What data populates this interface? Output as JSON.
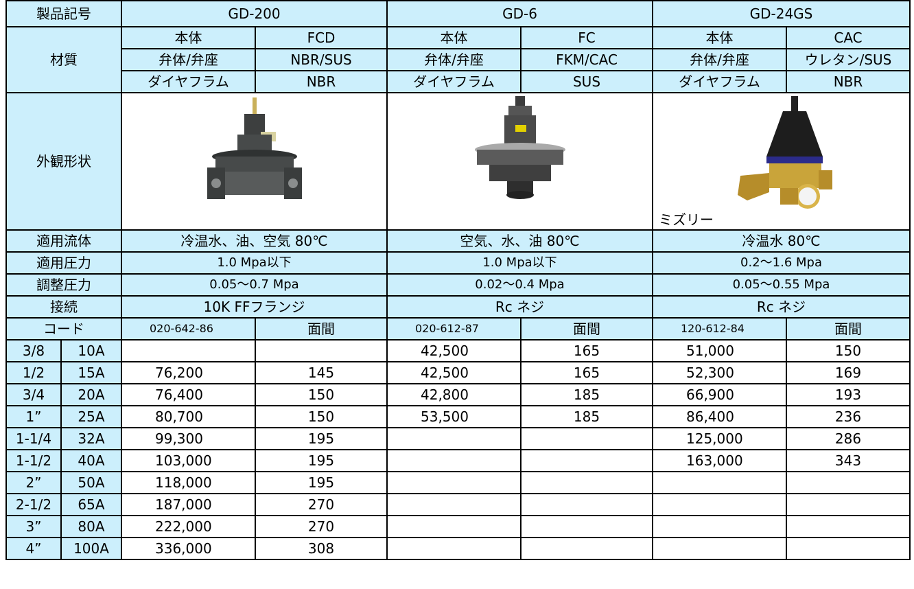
{
  "headers": {
    "model_label": "製品記号",
    "models": [
      "GD-200",
      "GD-6",
      "GD-24GS"
    ]
  },
  "material": {
    "label": "材質",
    "rows": [
      [
        {
          "part": "本体",
          "mat": "FCD"
        },
        {
          "part": "本体",
          "mat": "FC"
        },
        {
          "part": "本体",
          "mat": "CAC"
        }
      ],
      [
        {
          "part": "弁体/弁座",
          "mat": "NBR/SUS"
        },
        {
          "part": "弁体/弁座",
          "mat": "FKM/CAC"
        },
        {
          "part": "弁体/弁座",
          "mat": "ウレタン/SUS"
        }
      ],
      [
        {
          "part": "ダイヤフラム",
          "mat": "NBR"
        },
        {
          "part": "ダイヤフラム",
          "mat": "SUS"
        },
        {
          "part": "ダイヤフラム",
          "mat": "NBR"
        }
      ]
    ]
  },
  "appearance": {
    "label": "外観形状",
    "image_note": "ミズリー"
  },
  "specs": [
    {
      "label": "適用流体",
      "values": [
        "冷温水、油、空気 80℃",
        "空気、水、油 80℃",
        "冷温水 80℃"
      ]
    },
    {
      "label": "適用圧力",
      "values": [
        "1.0 Mpa以下",
        "1.0 Mpa以下",
        "0.2～1.6 Mpa"
      ]
    },
    {
      "label": "調整圧力",
      "values": [
        "0.05～0.7 Mpa",
        "0.02～0.4 Mpa",
        "0.05～0.55 Mpa"
      ]
    },
    {
      "label": "接続",
      "values": [
        "10K FFフランジ",
        "Rc ネジ",
        "Rc ネジ"
      ]
    }
  ],
  "code_row": {
    "label": "コード",
    "codes": [
      "020-642-86",
      "020-612-87",
      "120-612-84"
    ],
    "face_label": "面間"
  },
  "sizes": [
    {
      "inch": "3/8",
      "a": "10A",
      "gd200_price": "",
      "gd200_face": "",
      "gd6_price": "42,500",
      "gd6_face": "165",
      "gd24_price": "51,000",
      "gd24_face": "150"
    },
    {
      "inch": "1/2",
      "a": "15A",
      "gd200_price": "76,200",
      "gd200_face": "145",
      "gd6_price": "42,500",
      "gd6_face": "165",
      "gd24_price": "52,300",
      "gd24_face": "169"
    },
    {
      "inch": "3/4",
      "a": "20A",
      "gd200_price": "76,400",
      "gd200_face": "150",
      "gd6_price": "42,800",
      "gd6_face": "185",
      "gd24_price": "66,900",
      "gd24_face": "193"
    },
    {
      "inch": "1”",
      "a": "25A",
      "gd200_price": "80,700",
      "gd200_face": "150",
      "gd6_price": "53,500",
      "gd6_face": "185",
      "gd24_price": "86,400",
      "gd24_face": "236"
    },
    {
      "inch": "1-1/4",
      "a": "32A",
      "gd200_price": "99,300",
      "gd200_face": "195",
      "gd6_price": "",
      "gd6_face": "",
      "gd24_price": "125,000",
      "gd24_face": "286"
    },
    {
      "inch": "1-1/2",
      "a": "40A",
      "gd200_price": "103,000",
      "gd200_face": "195",
      "gd6_price": "",
      "gd6_face": "",
      "gd24_price": "163,000",
      "gd24_face": "343"
    },
    {
      "inch": "2”",
      "a": "50A",
      "gd200_price": "118,000",
      "gd200_face": "195",
      "gd6_price": "",
      "gd6_face": "",
      "gd24_price": "",
      "gd24_face": ""
    },
    {
      "inch": "2-1/2",
      "a": "65A",
      "gd200_price": "187,000",
      "gd200_face": "270",
      "gd6_price": "",
      "gd6_face": "",
      "gd24_price": "",
      "gd24_face": ""
    },
    {
      "inch": "3”",
      "a": "80A",
      "gd200_price": "222,000",
      "gd200_face": "270",
      "gd6_price": "",
      "gd6_face": "",
      "gd24_price": "",
      "gd24_face": ""
    },
    {
      "inch": "4”",
      "a": "100A",
      "gd200_price": "336,000",
      "gd200_face": "308",
      "gd6_price": "",
      "gd6_face": "",
      "gd24_price": "",
      "gd24_face": ""
    }
  ],
  "colors": {
    "header_bg": "#cceffc",
    "border": "#000000"
  }
}
